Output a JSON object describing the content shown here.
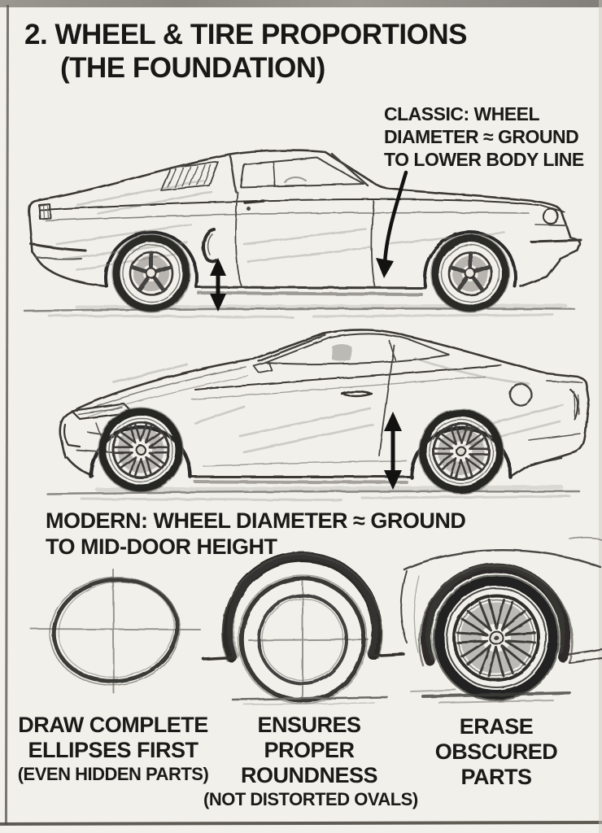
{
  "title": {
    "line1": "2. WHEEL & TIRE PROPORTIONS",
    "line2": "(THE FOUNDATION)"
  },
  "classic_annotation": {
    "line1": "CLASSIC: WHEEL",
    "line2": "DIAMETER ≈ GROUND",
    "line3": "TO LOWER BODY LINE"
  },
  "modern_annotation": {
    "line1": "MODERN: WHEEL DIAMETER ≈ GROUND",
    "line2": "TO MID-DOOR HEIGHT"
  },
  "captions": {
    "ellipse": {
      "line1": "DRAW COMPLETE",
      "line2": "ELLIPSES FIRST",
      "sub": "(EVEN HIDDEN PARTS)"
    },
    "roundness": {
      "line1": "ENSURES",
      "line2": "PROPER",
      "line3": "ROUNDNESS",
      "sub": "(NOT DISTORTED OVALS)"
    },
    "erase": {
      "line1": "ERASE",
      "line2": "OBSCURED",
      "line3": "PARTS"
    }
  },
  "icons": {
    "classic_measure_arrow": "double-headed-vertical-arrow",
    "modern_measure_arrow": "double-headed-vertical-arrow",
    "classic_pointer_arrow": "curved-down-arrow"
  },
  "colors": {
    "paper": "#f2f0ea",
    "ink": "#1b1a18",
    "pencil_dark": "#2e2d2a",
    "pencil_mid": "#4a4946",
    "pencil_light": "#8b8a85",
    "frame": "#5a5751"
  }
}
